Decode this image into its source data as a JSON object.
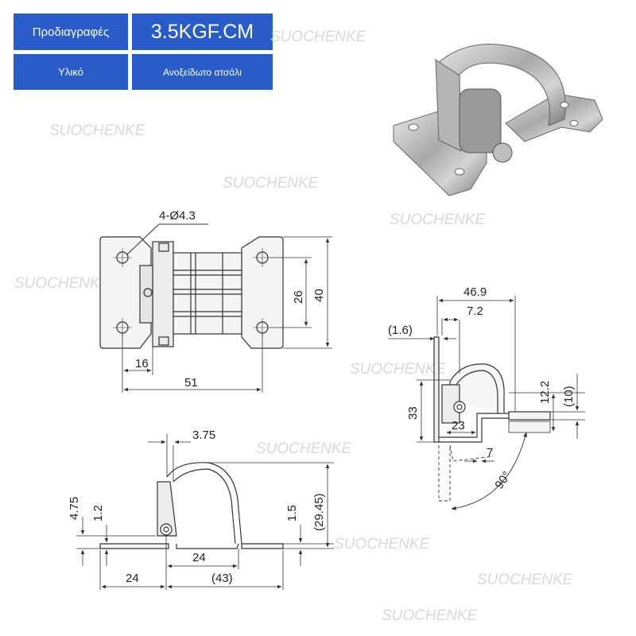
{
  "spec_table": {
    "row1_label": "Προδιαγραφές",
    "row1_value": "3.5KGF.CM",
    "row2_label": "Υλικό",
    "row2_value": "Ανοξείδωτο ατσάλι"
  },
  "watermark": "SUOCHENKE",
  "top_view": {
    "hole_callout": "4-Ø4.3",
    "dim_hole_spacing": "26",
    "dim_height": "40",
    "dim_edge_to_hole": "16",
    "dim_hole_pitch": "51"
  },
  "side_view": {
    "dim_total_height": "46.9",
    "dim_offset": "7.2",
    "dim_thickness": "(1.6)",
    "dim_plate_height": "33",
    "dim_depth": "23",
    "dim_leaf": "12.2",
    "dim_leaf_ref": "(10)",
    "dim_step": "7",
    "dim_angle": "90°"
  },
  "front_view": {
    "dim_pin_offset": "3.75",
    "dim_left_height": "4.75",
    "dim_small_offset": "1.2",
    "dim_right_offset": "1.5",
    "dim_total_height": "(29.45)",
    "dim_inner_width": "24",
    "dim_left_width": "24",
    "dim_total_width": "(43)"
  },
  "colors": {
    "header_blue": "#2a5cc9",
    "line": "#333333",
    "part_fill": "#f4f4f4",
    "watermark": "#d9d9d9"
  }
}
